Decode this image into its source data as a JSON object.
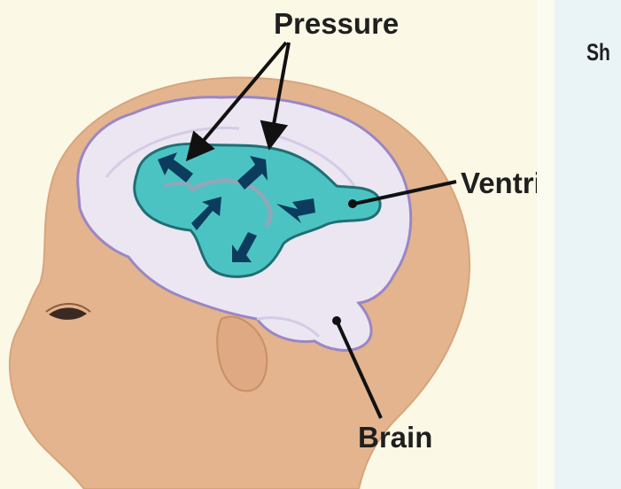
{
  "labels": {
    "pressure": "Pressure",
    "ventricles": "Ventricles",
    "brain": "Brain"
  },
  "side_panel": {
    "partial_text": "Sh"
  },
  "colors": {
    "background": "#fbf8e6",
    "skin": "#e3b48e",
    "skin_outline": "#c98f66",
    "brain_fill": "#ebe6f2",
    "brain_outline": "#9b86c4",
    "ventricle_fill": "#4cc3c3",
    "ventricle_outline": "#1f6f73",
    "arrow_fill": "#0b3c5d",
    "side_panel": "#eaf4f6"
  }
}
